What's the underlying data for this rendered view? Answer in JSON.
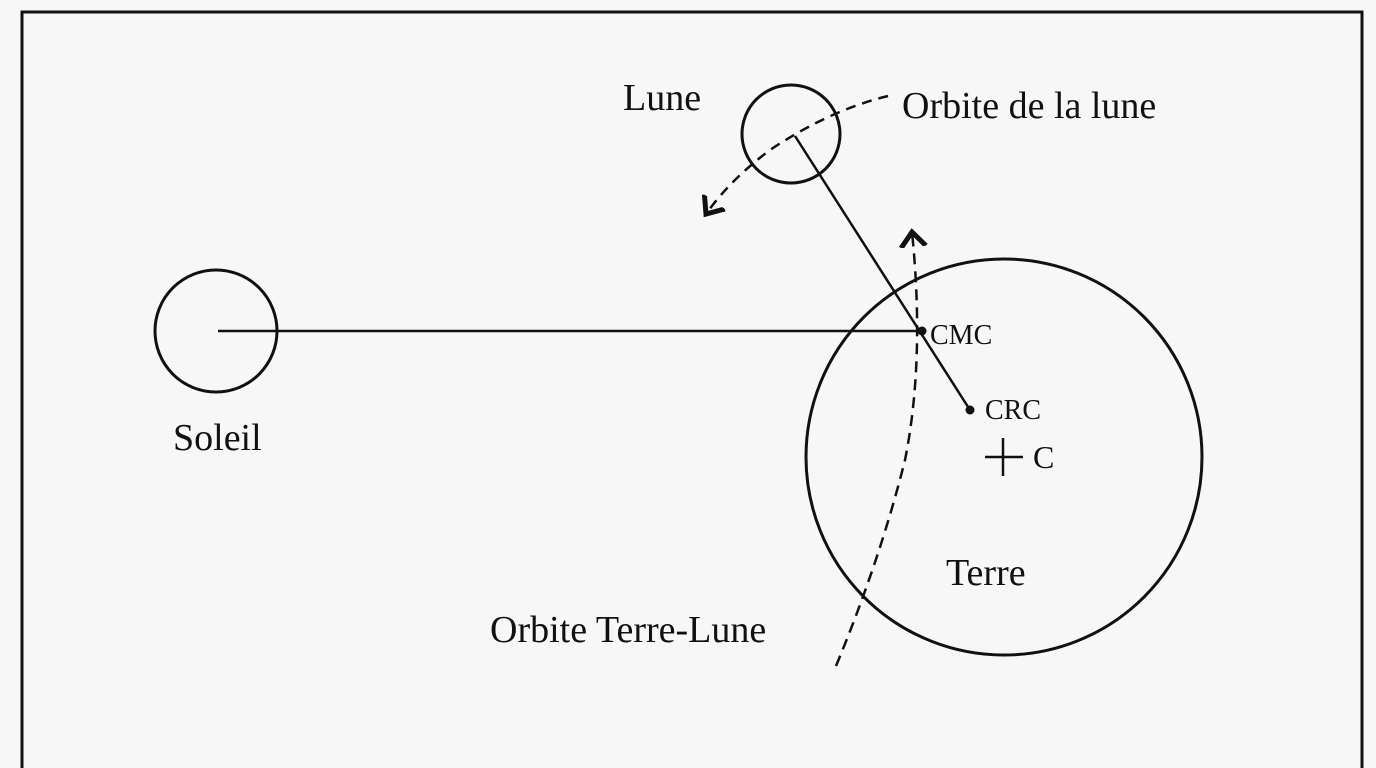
{
  "diagram": {
    "labels": {
      "sun": "Soleil",
      "moon": "Lune",
      "moon_orbit": "Orbite de la lune",
      "earth": "Terre",
      "earth_moon_orbit": "Orbite Terre-Lune",
      "cmc": "CMC",
      "crc": "CRC",
      "center": "C"
    }
  }
}
